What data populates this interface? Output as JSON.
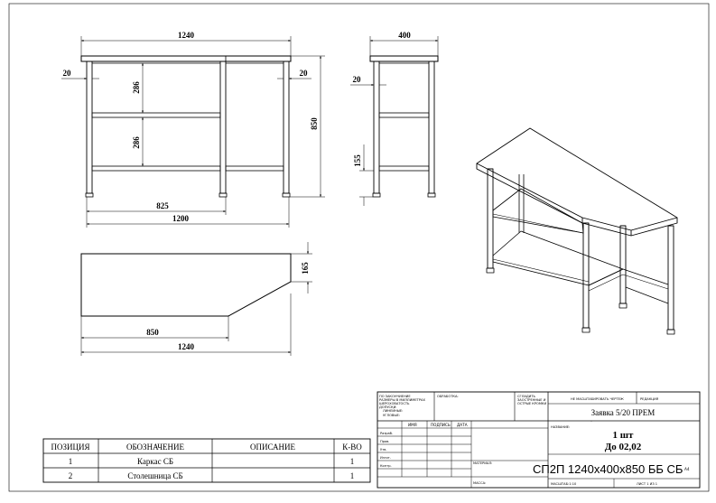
{
  "views": {
    "front": {
      "overall_width": "1240",
      "left_overhang": "20",
      "right_overhang": "20",
      "shelf_gap_upper": "286",
      "shelf_gap_lower": "286",
      "height": "850",
      "inner_span": "825",
      "frame_width": "1200"
    },
    "side": {
      "width": "400",
      "overhang": "20",
      "foot_height": "155"
    },
    "top": {
      "notch_depth": "165",
      "straight_length": "850",
      "overall_length": "1240"
    }
  },
  "title_block": {
    "notes": [
      "ПО ЗАКОНЧИЕНИЕ",
      "РАЗМЕРЫ В МИЛЛИМЕТРАХ",
      "ШЕРОХОВАТОСТЬ",
      "ДОПУСКИ:",
      "ЛИНЕЙНЫЕ:",
      "УГЛОВЫЕ:"
    ],
    "finish_label": "ОБРАБОТКА:",
    "edges_label": [
      "СГЛАДИТЬ",
      "ЗАОСТРЕННЫЕ И",
      "ОСТРЫЕ КРОМКИ"
    ],
    "no_scale": "НЕ МАСШТАБИРОВАТЬ ЧЕРТЕЖ",
    "revision_label": "РЕДАКЦИЯ",
    "name_label": "НАЗВАНИЕ:",
    "column_labels": [
      "ИМЯ",
      "ПОДПИСЬ",
      "ДАТА"
    ],
    "row_labels": [
      "Разраб.",
      "Пров.",
      "Утв.",
      "Изгот.",
      "Контр."
    ],
    "material_label": "МАТЕРИАЛ:",
    "weight_label": "МАССА:",
    "scale_label": "МАСШТАБ:1:10",
    "sheet_label": "ЛИСТ 1 ИЗ 1",
    "request": "Заявка 5/20 ПРЕМ",
    "quantity": "1 шт",
    "deadline": "До 02,02",
    "designation": "СП2П 1240х400х850 ББ СБ",
    "format_mark": "A4"
  },
  "spec_table": {
    "headers": [
      "ПОЗИЦИЯ",
      "ОБОЗНАЧЕНИЕ",
      "ОПИСАНИЕ",
      "К-ВО"
    ],
    "rows": [
      {
        "position": "1",
        "designation": "Каркас СБ",
        "description": "",
        "qty": "1"
      },
      {
        "position": "2",
        "designation": "Столешница СБ",
        "description": "",
        "qty": "1"
      }
    ]
  }
}
